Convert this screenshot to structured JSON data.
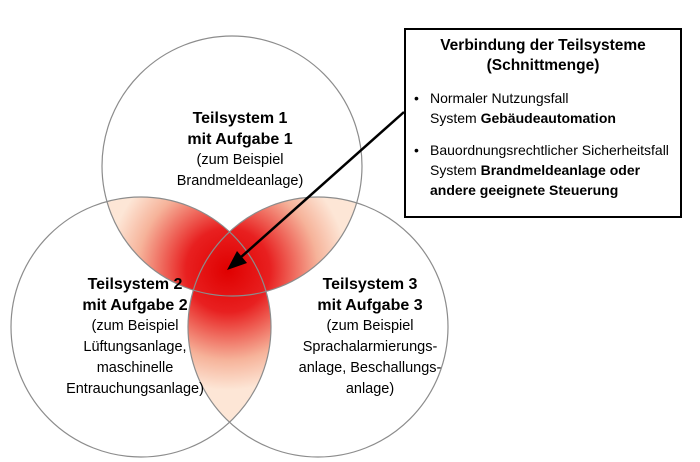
{
  "diagram": {
    "colors": {
      "circle_stroke": "#8c8c8c",
      "intersection_core": "#e00000",
      "intersection_edge": "#fbd9c4",
      "arrow": "#000000"
    },
    "circles": [
      {
        "id": "teilsystem-1",
        "title_line1": "Teilsystem 1",
        "title_line2": "mit Aufgabe 1",
        "example_line1": "(zum Beispiel",
        "example_line2": "Brandmeldeanlage)"
      },
      {
        "id": "teilsystem-2",
        "title_line1": "Teilsystem 2",
        "title_line2": "mit Aufgabe 2",
        "example_line1": "(zum Beispiel",
        "example_line2": "Lüftungsanlage,",
        "example_line3": "maschinelle",
        "example_line4": "Entrauchungsanlage)"
      },
      {
        "id": "teilsystem-3",
        "title_line1": "Teilsystem 3",
        "title_line2": "mit Aufgabe 3",
        "example_line1": "(zum Beispiel",
        "example_line2": "Sprachalarmierungs-",
        "example_line3": "anlage, Beschallungs-",
        "example_line4": "anlage)"
      }
    ],
    "info_box": {
      "title_line1": "Verbindung der Teilsysteme",
      "title_line2": "(Schnittmenge)",
      "bullet_symbol": "•",
      "items": [
        {
          "line1": "Normaler Nutzungsfall",
          "line2_prefix": "System ",
          "line2_bold": "Gebäudeautomation"
        },
        {
          "line1": "Bauordnungsrechtlicher Sicherheitsfall",
          "line2_prefix": "System ",
          "line2_bold": "Brandmeldeanlage oder",
          "line3_bold": "andere geeignete Steuerung"
        }
      ]
    }
  }
}
